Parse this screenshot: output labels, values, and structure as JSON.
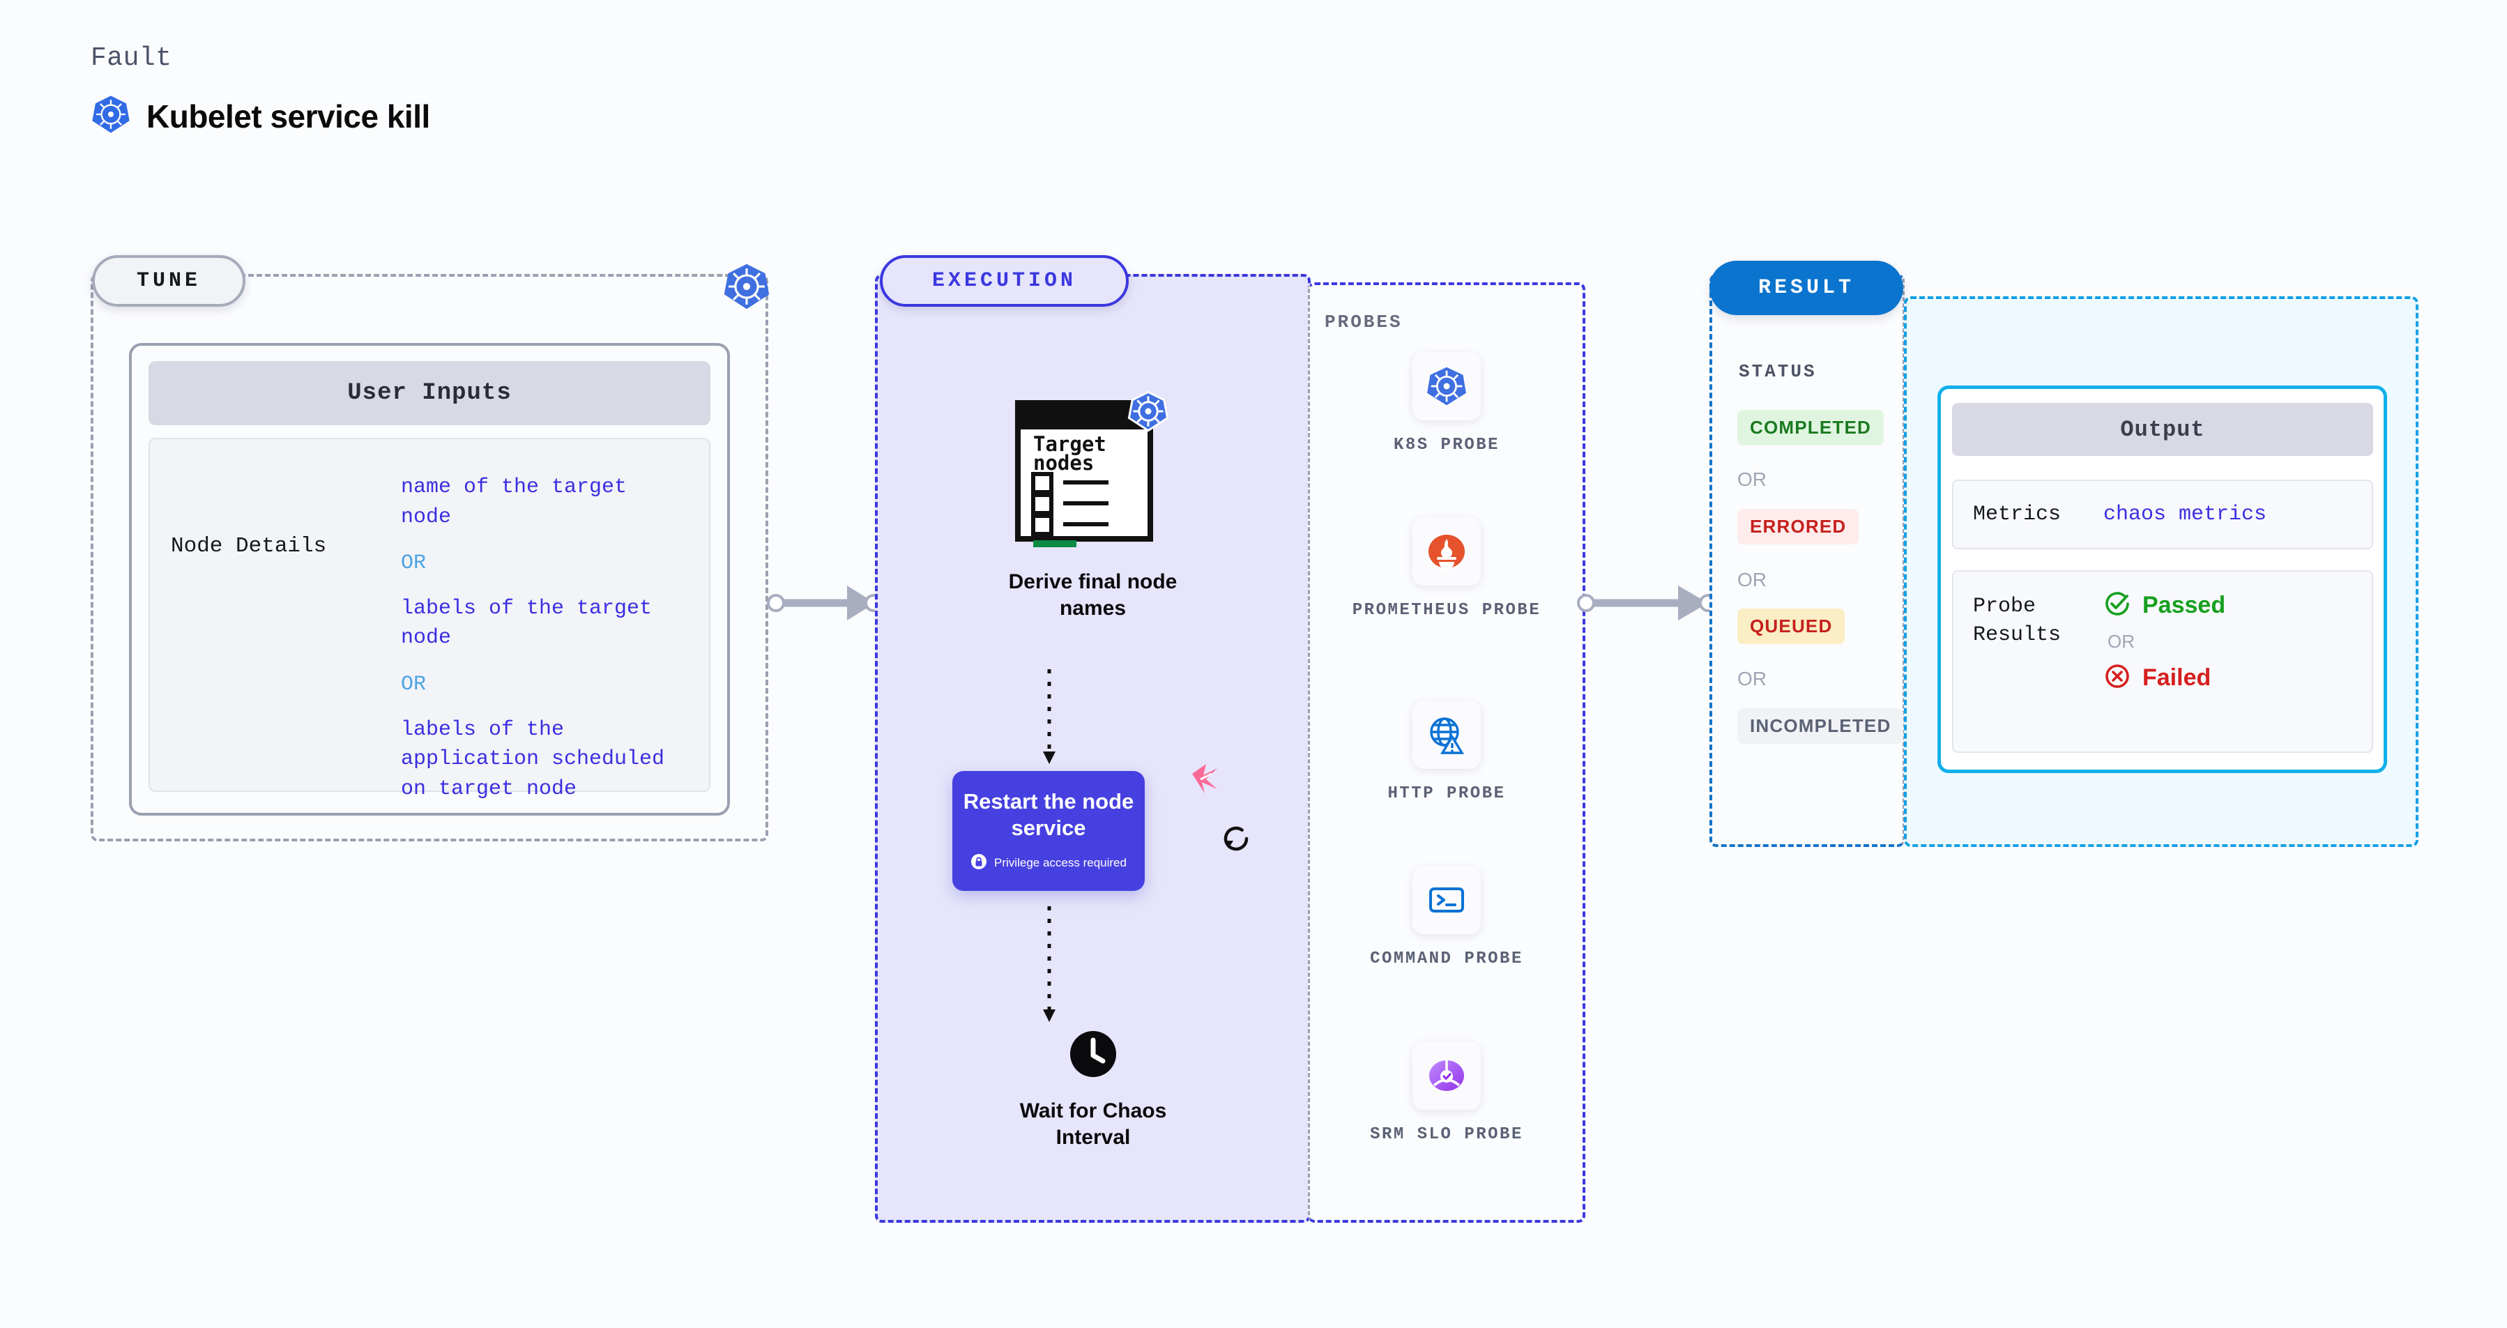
{
  "header": {
    "kicker": "Fault",
    "title": "Kubelet service kill",
    "icon": "kubernetes-icon"
  },
  "tune": {
    "badge": "TUNE",
    "k8s_icon": "kubernetes-icon",
    "card_title": "User Inputs",
    "input_key": "Node Details",
    "values": [
      "name of the target node",
      "labels of the target node",
      "labels of the application scheduled on target node"
    ],
    "or_label": "OR"
  },
  "execution": {
    "badge": "EXECUTION",
    "steps": [
      {
        "name": "derive-final-node-names",
        "icon": "target-nodes-checklist-icon",
        "icon_title": "Target nodes",
        "badge_icon": "kubernetes-icon",
        "label": "Derive final node names"
      },
      {
        "name": "restart-node-service",
        "label": "Restart the node service",
        "privilege": "Privilege access required",
        "privilege_icon": "lock-icon",
        "corner_icon": "harness-icon",
        "retry_icon": "retry-icon"
      },
      {
        "name": "wait-for-chaos-interval",
        "icon": "clock-icon",
        "label": "Wait for Chaos Interval"
      }
    ]
  },
  "probes": {
    "label": "PROBES",
    "items": [
      {
        "name": "k8s-probe",
        "label": "K8S PROBE",
        "icon": "kubernetes-icon"
      },
      {
        "name": "prometheus-probe",
        "label": "PROMETHEUS PROBE",
        "icon": "prometheus-icon"
      },
      {
        "name": "http-probe",
        "label": "HTTP PROBE",
        "icon": "globe-warning-icon"
      },
      {
        "name": "command-probe",
        "label": "COMMAND PROBE",
        "icon": "terminal-icon"
      },
      {
        "name": "srm-slo-probe",
        "label": "SRM SLO PROBE",
        "icon": "srm-slo-icon"
      }
    ]
  },
  "result": {
    "badge": "RESULT",
    "status_label": "STATUS",
    "or_label": "OR",
    "statuses": [
      {
        "name": "completed",
        "label": "COMPLETED",
        "color": "#1a7a21",
        "bg": "#e0f5e0"
      },
      {
        "name": "errored",
        "label": "ERRORED",
        "color": "#c5201d",
        "bg": "#fdeceb"
      },
      {
        "name": "queued",
        "label": "QUEUED",
        "color": "#c5201d",
        "bg": "#fbeec4"
      },
      {
        "name": "incompleted",
        "label": "INCOMPLETED",
        "color": "#5c6275",
        "bg": "#f1f2f6"
      }
    ]
  },
  "output": {
    "title": "Output",
    "metrics_key": "Metrics",
    "metrics_value": "chaos metrics",
    "probe_results_key": "Probe Results",
    "passed_label": "Passed",
    "failed_label": "Failed",
    "or_label": "OR",
    "passed_color": "#16a01f",
    "failed_color": "#d61f1f"
  },
  "colors": {
    "tune_border": "#9aa0b0",
    "execution_border": "#3b37e0",
    "result_border": "#1274c8",
    "output_border": "#12a0e5",
    "accent_purple": "#4640e0",
    "accent_pink": "#fb6a97"
  }
}
